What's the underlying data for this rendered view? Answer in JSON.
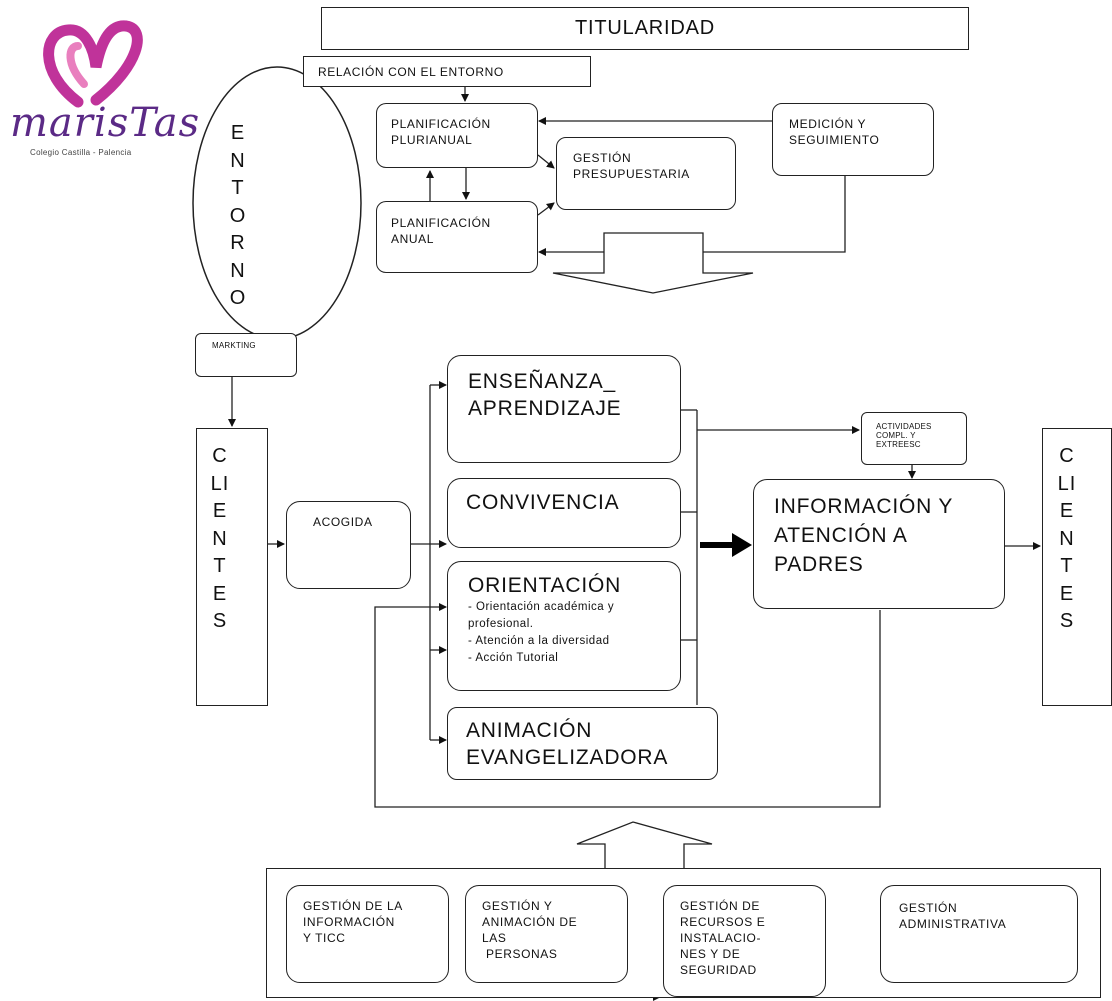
{
  "logo": {
    "wordmark": "marisTas",
    "subtitle": "Colegio Castilla - Palencia",
    "colors": {
      "heart_outer": "#c0339a",
      "heart_inner": "#e97fbe",
      "wordmark": "#5b2a86"
    }
  },
  "top": {
    "titularidad": "TITULARIDAD",
    "relacion": "RELACIÓN CON EL ENTORNO",
    "plan_plurianual": [
      "PLANIFICACIÓN",
      "PLURIANUAL"
    ],
    "gestion_presupuestaria": [
      "GESTIÓN",
      "PRESUPUESTARIA"
    ],
    "medicion": [
      "MEDICIÓN Y",
      "SEGUIMIENTO"
    ],
    "plan_anual": [
      "PLANIFICACIÓN",
      "ANUAL"
    ]
  },
  "entorno": {
    "letters": "ENTORNO",
    "marketing": "MARKTING"
  },
  "clientes": {
    "left_letters": "CLIENTES",
    "right_letters": "CLIENTES"
  },
  "acogida": "ACOGIDA",
  "processes": {
    "ensenanza": [
      "ENSEÑANZA_",
      "APRENDIZAJE"
    ],
    "convivencia": "CONVIVENCIA",
    "orientacion_title": "ORIENTACIÓN",
    "orientacion_items": [
      "- Orientación académica y",
      "profesional.",
      "- Atención a la diversidad",
      "- Acción Tutorial"
    ],
    "animacion": [
      "ANIMACIÓN",
      "EVANGELIZADORA"
    ]
  },
  "actividades": [
    "ACTIVIDADES",
    "COMPL. Y",
    "EXTREESC"
  ],
  "informacion": [
    "INFORMACIÓN Y",
    "ATENCIÓN A",
    "PADRES"
  ],
  "support": {
    "info_ticc": [
      "GESTIÓN DE LA",
      "INFORMACIÓN",
      "Y TICC"
    ],
    "personas": [
      "GESTIÓN Y",
      "ANIMACIÓN DE",
      "LAS",
      "PERSONAS"
    ],
    "recursos": [
      "GESTIÓN DE",
      "RECURSOS E",
      "INSTALACIO-",
      "NES Y DE",
      "SEGURIDAD"
    ],
    "administrativa": [
      "GESTIÓN",
      "ADMINISTRATIVA"
    ]
  }
}
